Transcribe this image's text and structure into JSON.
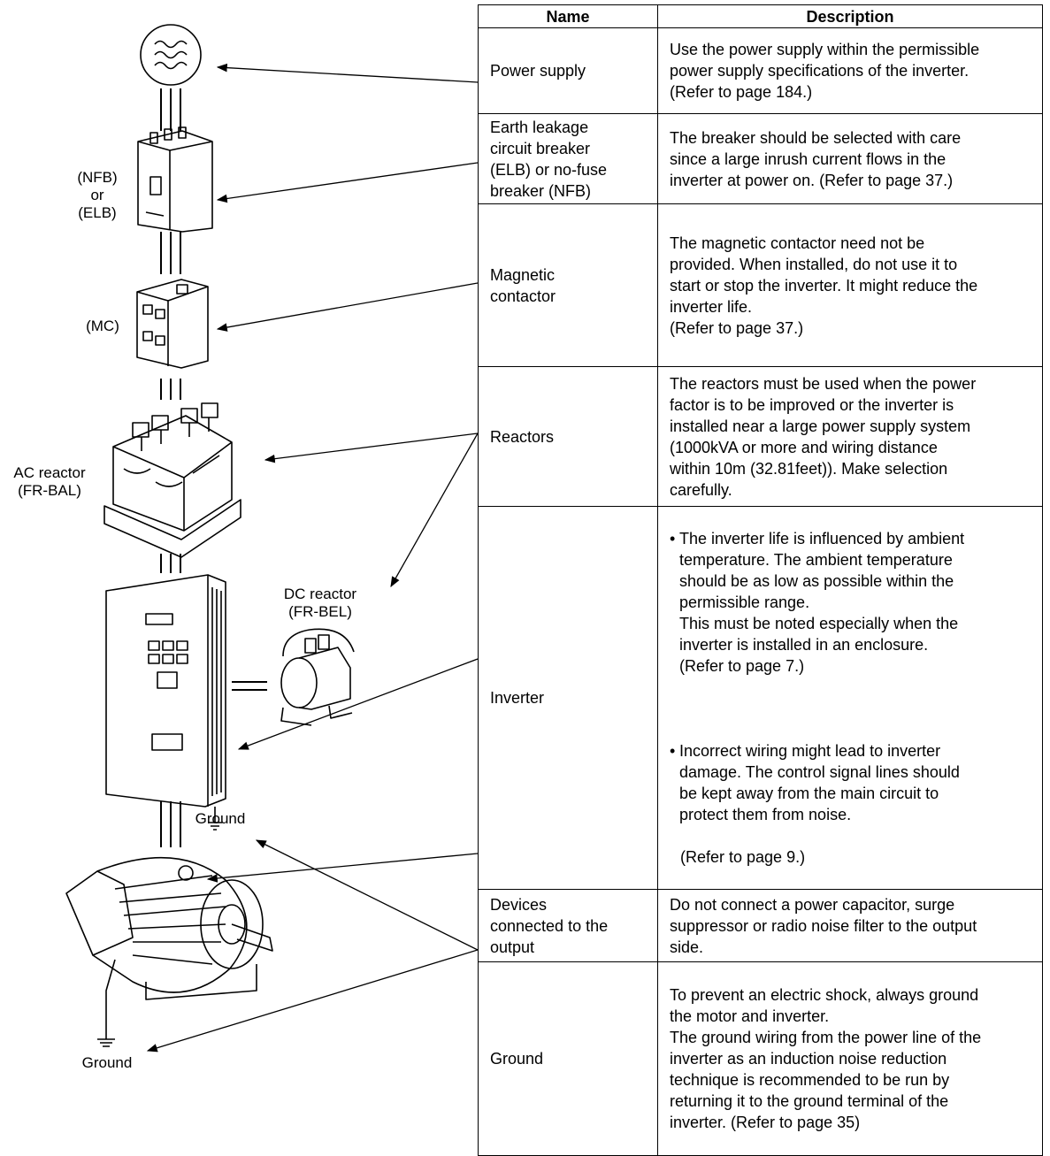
{
  "table": {
    "header_name": "Name",
    "header_description": "Description",
    "rows": [
      {
        "name": "Power supply",
        "description": "Use the power supply within the permissible\npower supply specifications of the inverter.\n(Refer to page 184.)"
      },
      {
        "name": "Earth leakage\ncircuit breaker\n(ELB) or no-fuse\nbreaker (NFB)",
        "description": "The breaker should be selected with care\nsince a large inrush current flows in the\ninverter at power on. (Refer to page 37.)"
      },
      {
        "name": "Magnetic\ncontactor",
        "description": "The magnetic contactor need not be\nprovided. When installed, do not use it to\nstart or stop the inverter. It might reduce the\ninverter life.\n(Refer to page 37.)"
      },
      {
        "name": "Reactors",
        "description": "The reactors must be used when the power\nfactor is to be improved or the inverter is\ninstalled near a large power supply system\n(1000kVA or more and wiring distance\nwithin 10m (32.81feet)). Make selection\ncarefully."
      },
      {
        "name": "Inverter",
        "bullet1": "The inverter life is influenced by ambient\ntemperature. The ambient temperature\nshould be as low as possible within the\npermissible range.\nThis must be noted especially when the\ninverter is installed in an enclosure.\n(Refer to page 7.)",
        "bullet2": "Incorrect wiring might lead to inverter\ndamage. The control signal lines should\nbe kept away from the main circuit to\nprotect them from noise.",
        "bullet2_ref": "(Refer to page 9.)"
      },
      {
        "name": "Devices\nconnected to the\noutput",
        "description": "Do not connect a power capacitor, surge\nsuppressor or radio noise filter to the output\nside."
      },
      {
        "name": "Ground",
        "description": "To prevent an electric shock, always ground\nthe motor and inverter.\nThe ground wiring from the power line of the\ninverter as an induction noise reduction\ntechnique is recommended to be run by\nreturning it to the ground terminal of the\ninverter. (Refer to page 35)"
      }
    ]
  },
  "diagram_labels": {
    "breaker": "(NFB)\nor\n(ELB)",
    "contactor": "(MC)",
    "ac_reactor": "AC reactor\n(FR-BAL)",
    "dc_reactor": "DC reactor\n(FR-BEL)",
    "inverter_ground": "Ground",
    "motor_ground": "Ground"
  },
  "bullet_symbol": "•"
}
